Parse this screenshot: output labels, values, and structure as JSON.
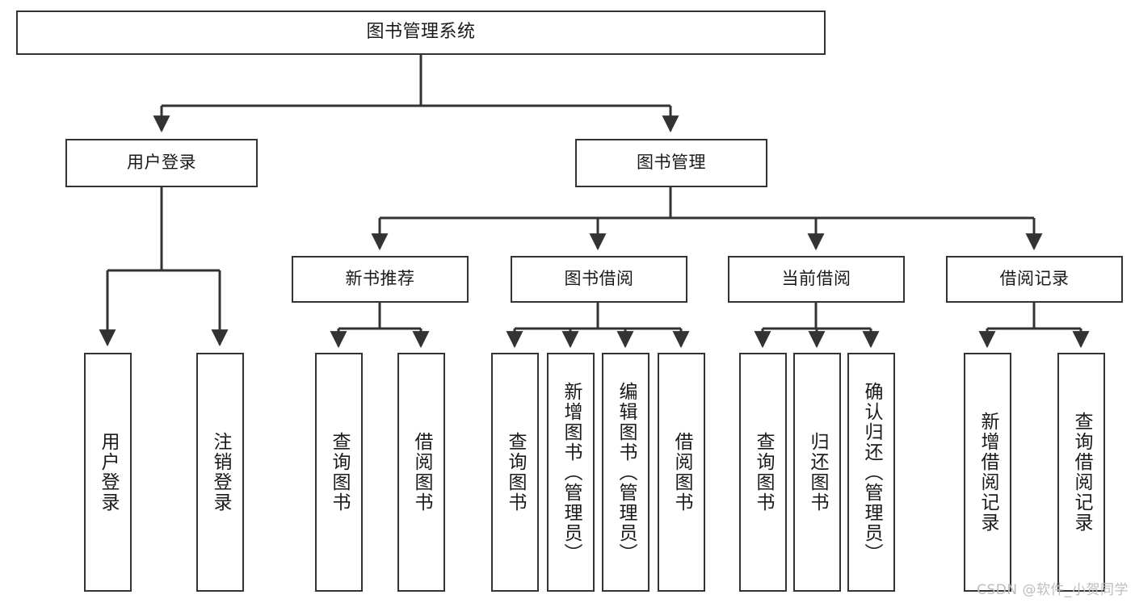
{
  "diagram": {
    "title": "图书管理系统",
    "type": "tree-hierarchy-chart",
    "line_color": "#333333",
    "box_fill": "#ffffff",
    "background": "#ffffff",
    "watermark": "CSDN @软件_小贺同学"
  },
  "root": {
    "label": "图书管理系统"
  },
  "level1": [
    {
      "label": "用户登录"
    },
    {
      "label": "图书管理"
    }
  ],
  "level2": [
    {
      "label": "新书推荐"
    },
    {
      "label": "图书借阅"
    },
    {
      "label": "当前借阅"
    },
    {
      "label": "借阅记录"
    }
  ],
  "leaves": {
    "user_login": [
      {
        "label": "用户登录"
      },
      {
        "label": "注销登录"
      }
    ],
    "new_book_recommend": [
      {
        "label": "查询图书"
      },
      {
        "label": "借阅图书"
      }
    ],
    "book_borrow": [
      {
        "label": "查询图书"
      },
      {
        "label": "新增图书（管理员）"
      },
      {
        "label": "编辑图书（管理员）"
      },
      {
        "label": "借阅图书"
      }
    ],
    "current_borrow": [
      {
        "label": "查询图书"
      },
      {
        "label": "归还图书"
      },
      {
        "label": "确认归还（管理员）"
      }
    ],
    "borrow_record": [
      {
        "label": "新增借阅记录"
      },
      {
        "label": "查询借阅记录"
      }
    ]
  }
}
